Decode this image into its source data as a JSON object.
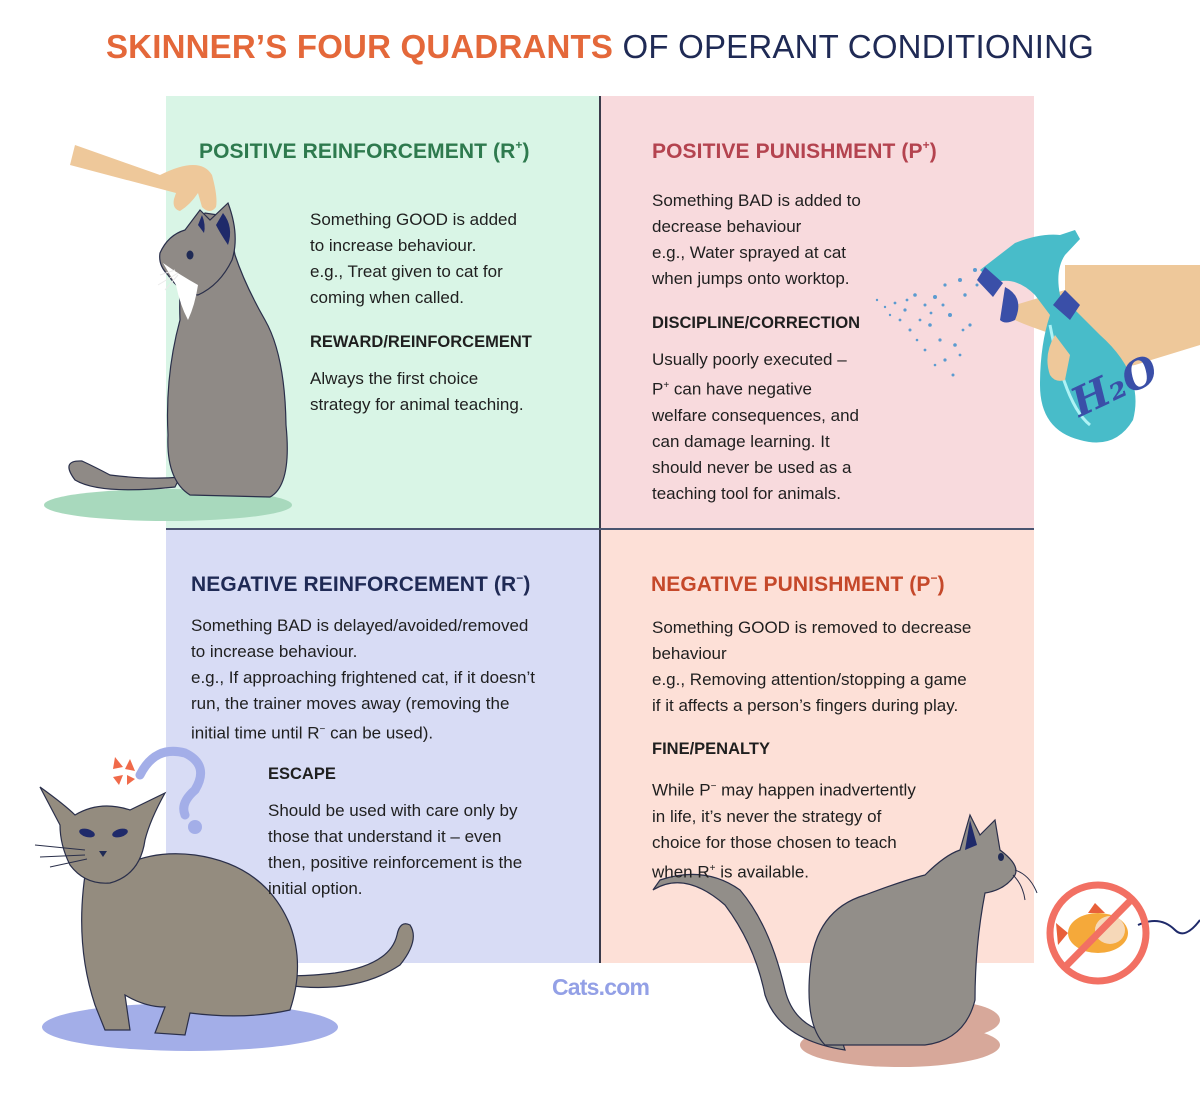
{
  "title": {
    "accent": "SKINNER’S FOUR QUADRANTS",
    "rest": " OF OPERANT CONDITIONING"
  },
  "colors": {
    "title_accent": "#e4683a",
    "title_rest": "#1f2a55",
    "positive_reinforcement_bg": "#d9f5e6",
    "positive_punishment_bg": "#f8dadd",
    "negative_reinforcement_bg": "#d8dcf5",
    "negative_punishment_bg": "#fde0d7",
    "logo": "#93a0e6"
  },
  "quadrants": {
    "positive_reinforcement": {
      "heading": "POSITIVE REINFORCEMENT (R",
      "symbol": "+",
      "heading_close": ")",
      "description": "Something GOOD is added to increase behaviour. e.g., Treat given to cat for coming when called.",
      "line1": "Something GOOD is added",
      "line2": "to increase behaviour.",
      "line3": "e.g., Treat given to cat for",
      "line4": "coming when called.",
      "label": "REWARD/REINFORCEMENT",
      "note1": "Always the first choice",
      "note2": "strategy for animal teaching."
    },
    "positive_punishment": {
      "heading": "POSITIVE PUNISHMENT (P",
      "symbol": "+",
      "heading_close": ")",
      "line1": "Something BAD is added to",
      "line2": "decrease behaviour",
      "line3": "e.g., Water sprayed at cat",
      "line4": "when jumps onto worktop.",
      "label": "DISCIPLINE/CORRECTION",
      "note1": "Usually poorly executed –",
      "note2_prefix": "P",
      "note2_sup": "+",
      "note2_rest": " can have negative",
      "note3": "welfare consequences, and",
      "note4": "can damage learning. It",
      "note5": "should never be used as a",
      "note6": "teaching tool for animals."
    },
    "negative_reinforcement": {
      "heading": "NEGATIVE REINFORCEMENT (R",
      "symbol": "−",
      "heading_close": ")",
      "line1": "Something BAD is delayed/avoided/removed",
      "line2": "to increase behaviour.",
      "line3": "e.g., If approaching frightened cat, if it doesn’t",
      "line4": "run, the trainer moves away (removing the",
      "line5_prefix": "initial time until R",
      "line5_sup": "−",
      "line5_rest": " can be used).",
      "label": "ESCAPE",
      "note1": "Should be used with care only by",
      "note2": "those that understand it – even",
      "note3": "then, positive reinforcement is the",
      "note4": "initial option."
    },
    "negative_punishment": {
      "heading": "NEGATIVE PUNISHMENT (P",
      "symbol": "−",
      "heading_close": ")",
      "line1": "Something GOOD is removed to decrease",
      "line2": "behaviour",
      "line3": "e.g., Removing attention/stopping a game",
      "line4": "if it affects a person’s fingers during play.",
      "label": "FINE/PENALTY",
      "note1_prefix": "While P",
      "note1_sup": "−",
      "note1_rest": " may happen inadvertently",
      "note2": "in life, it’s never the strategy of",
      "note3": "choice for those chosen to teach",
      "note4_prefix": "when R",
      "note4_sup": "+",
      "note4_rest": " is available."
    }
  },
  "illustrations": {
    "top_left": "hand-petting-cat-icon",
    "top_right": "water-spray-bottle-icon",
    "bottom_left": "frightened-cat-icon",
    "bottom_right": "cat-with-forbidden-toy-icon"
  },
  "spray_bottle_label": "H2O",
  "logo": "Cats.com"
}
